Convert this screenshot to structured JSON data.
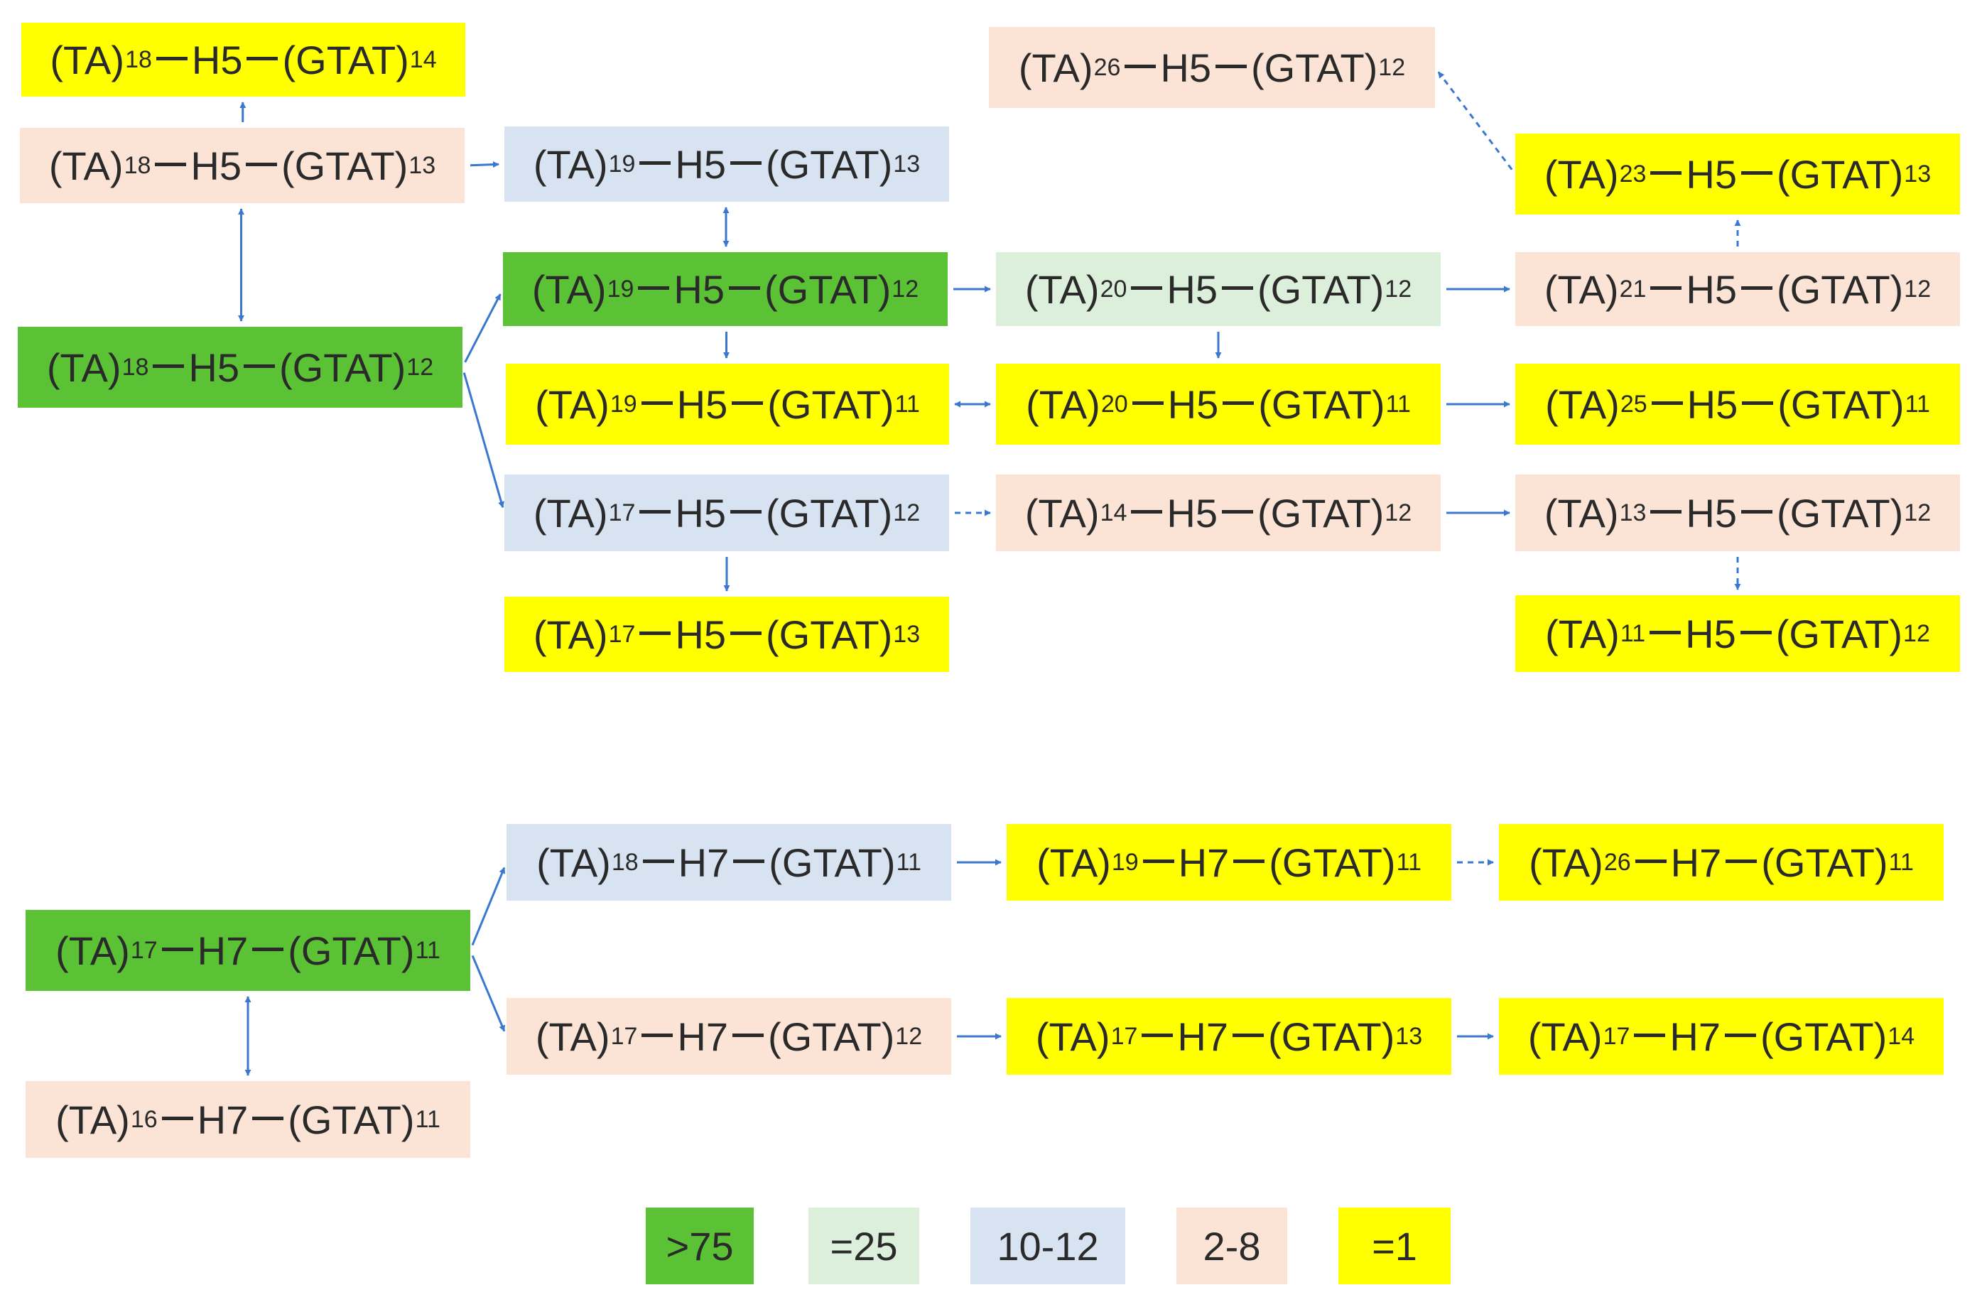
{
  "colors": {
    "gt75": "#5bc236",
    "eq25": "#dcefda",
    "range_10_12": "#d8e3f2",
    "range_2_8": "#fbe3d6",
    "eq1": "#ffff00",
    "arrow": "#3a78d0"
  },
  "nodes": [
    {
      "id": "n1",
      "ta": "18",
      "h": "H5",
      "gtat": "14",
      "cat": "eq1"
    },
    {
      "id": "n2",
      "ta": "18",
      "h": "H5",
      "gtat": "13",
      "cat": "2-8"
    },
    {
      "id": "n3",
      "ta": "18",
      "h": "H5",
      "gtat": "12",
      "cat": "gt75"
    },
    {
      "id": "n4",
      "ta": "19",
      "h": "H5",
      "gtat": "13",
      "cat": "10-12"
    },
    {
      "id": "n5",
      "ta": "19",
      "h": "H5",
      "gtat": "12",
      "cat": "gt75"
    },
    {
      "id": "n6",
      "ta": "19",
      "h": "H5",
      "gtat": "11",
      "cat": "eq1"
    },
    {
      "id": "n7",
      "ta": "17",
      "h": "H5",
      "gtat": "12",
      "cat": "10-12"
    },
    {
      "id": "n8",
      "ta": "17",
      "h": "H5",
      "gtat": "13",
      "cat": "eq1"
    },
    {
      "id": "n9",
      "ta": "26",
      "h": "H5",
      "gtat": "12",
      "cat": "2-8"
    },
    {
      "id": "n10",
      "ta": "20",
      "h": "H5",
      "gtat": "12",
      "cat": "eq25"
    },
    {
      "id": "n11",
      "ta": "20",
      "h": "H5",
      "gtat": "11",
      "cat": "eq1"
    },
    {
      "id": "n12",
      "ta": "14",
      "h": "H5",
      "gtat": "12",
      "cat": "2-8"
    },
    {
      "id": "n13",
      "ta": "23",
      "h": "H5",
      "gtat": "13",
      "cat": "eq1"
    },
    {
      "id": "n14",
      "ta": "21",
      "h": "H5",
      "gtat": "12",
      "cat": "2-8"
    },
    {
      "id": "n15",
      "ta": "25",
      "h": "H5",
      "gtat": "11",
      "cat": "eq1"
    },
    {
      "id": "n16",
      "ta": "13",
      "h": "H5",
      "gtat": "12",
      "cat": "2-8"
    },
    {
      "id": "n17",
      "ta": "11",
      "h": "H5",
      "gtat": "12",
      "cat": "eq1"
    },
    {
      "id": "m1",
      "ta": "17",
      "h": "H7",
      "gtat": "11",
      "cat": "gt75"
    },
    {
      "id": "m2",
      "ta": "16",
      "h": "H7",
      "gtat": "11",
      "cat": "2-8"
    },
    {
      "id": "m3",
      "ta": "18",
      "h": "H7",
      "gtat": "11",
      "cat": "10-12"
    },
    {
      "id": "m4",
      "ta": "17",
      "h": "H7",
      "gtat": "12",
      "cat": "2-8"
    },
    {
      "id": "m5",
      "ta": "19",
      "h": "H7",
      "gtat": "11",
      "cat": "eq1"
    },
    {
      "id": "m6",
      "ta": "17",
      "h": "H7",
      "gtat": "13",
      "cat": "eq1"
    },
    {
      "id": "m7",
      "ta": "26",
      "h": "H7",
      "gtat": "11",
      "cat": "eq1"
    },
    {
      "id": "m8",
      "ta": "17",
      "h": "H7",
      "gtat": "14",
      "cat": "eq1"
    }
  ],
  "edges": [
    {
      "from": "n2",
      "to": "n1",
      "style": "solid"
    },
    {
      "from": "n3",
      "to": "n2",
      "style": "solid",
      "bidirectional": true
    },
    {
      "from": "n2",
      "to": "n4",
      "style": "solid"
    },
    {
      "from": "n3",
      "to": "n5",
      "style": "solid"
    },
    {
      "from": "n3",
      "to": "n7",
      "style": "solid"
    },
    {
      "from": "n5",
      "to": "n4",
      "style": "solid",
      "bidirectional": true
    },
    {
      "from": "n5",
      "to": "n6",
      "style": "solid"
    },
    {
      "from": "n5",
      "to": "n10",
      "style": "solid"
    },
    {
      "from": "n10",
      "to": "n11",
      "style": "solid"
    },
    {
      "from": "n10",
      "to": "n14",
      "style": "solid"
    },
    {
      "from": "n11",
      "to": "n6",
      "style": "solid",
      "bidirectional": true
    },
    {
      "from": "n11",
      "to": "n15",
      "style": "solid"
    },
    {
      "from": "n7",
      "to": "n8",
      "style": "solid"
    },
    {
      "from": "n7",
      "to": "n12",
      "style": "dashed"
    },
    {
      "from": "n12",
      "to": "n16",
      "style": "solid"
    },
    {
      "from": "n16",
      "to": "n17",
      "style": "dashed"
    },
    {
      "from": "n14",
      "to": "n13",
      "style": "dashed"
    },
    {
      "from": "n13",
      "to": "n9",
      "style": "dashed"
    },
    {
      "from": "m1",
      "to": "m2",
      "style": "solid",
      "bidirectional": true
    },
    {
      "from": "m1",
      "to": "m3",
      "style": "solid"
    },
    {
      "from": "m1",
      "to": "m4",
      "style": "solid"
    },
    {
      "from": "m3",
      "to": "m5",
      "style": "solid"
    },
    {
      "from": "m5",
      "to": "m7",
      "style": "dashed"
    },
    {
      "from": "m4",
      "to": "m6",
      "style": "solid"
    },
    {
      "from": "m6",
      "to": "m8",
      "style": "solid"
    }
  ],
  "legend": [
    {
      "label": ">75",
      "cat": "gt75"
    },
    {
      "label": "=25",
      "cat": "eq25"
    },
    {
      "label": "10-12",
      "cat": "10-12"
    },
    {
      "label": "2-8",
      "cat": "2-8"
    },
    {
      "label": "=1",
      "cat": "eq1"
    }
  ]
}
